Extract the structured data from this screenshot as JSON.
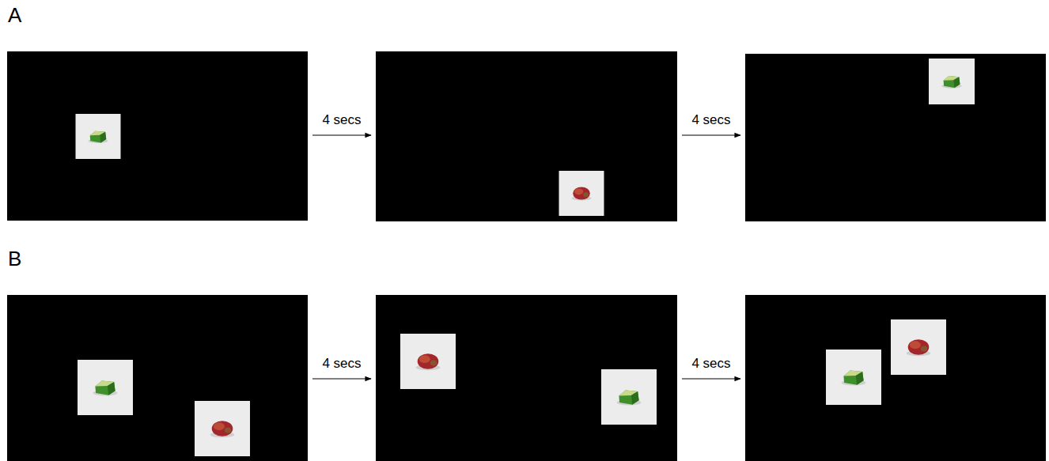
{
  "diagram": {
    "labels": [
      "A",
      "4 secs",
      "4 secs",
      "B",
      "4 secs",
      "4 secs"
    ]
  }
}
